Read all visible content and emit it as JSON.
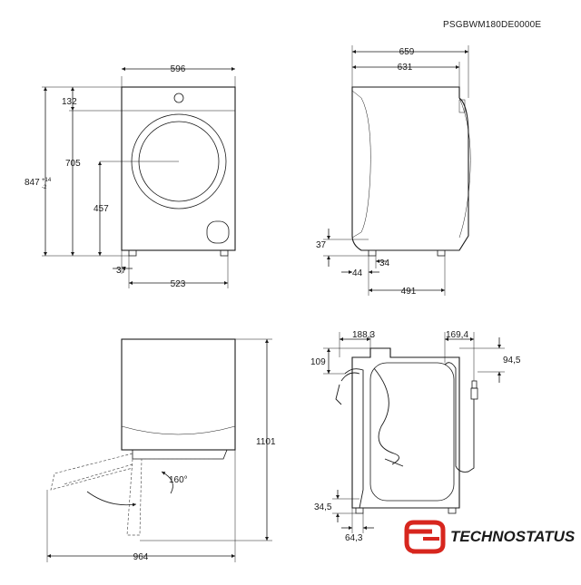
{
  "header": {
    "model_code": "PSGBWM180DE0000E"
  },
  "front_view": {
    "width": "596",
    "top_panel": "132",
    "door_center": "705",
    "total_height": "847",
    "height_tol_plus": "+14",
    "height_tol_minus": "-2",
    "door_bottom": "457",
    "foot_offset": "37",
    "foot_span": "523"
  },
  "side_view": {
    "total_depth": "659",
    "body_depth": "631",
    "foot_height": "37",
    "foot_offset_a": "34",
    "foot_offset_b": "44",
    "foot_span": "491"
  },
  "top_view": {
    "height": "1101",
    "door_depth": "964",
    "door_angle": "160°"
  },
  "rear_view": {
    "left_offset": "188,3",
    "right_offset": "169,4",
    "top_left_drop": "109",
    "top_right_drop": "94,5",
    "bottom_height": "34,5",
    "bottom_offset": "64,3"
  },
  "brand": {
    "name": "TECHNOSTATUS",
    "color": "#d7261e",
    "logo_icon": "ts-logo-icon"
  }
}
